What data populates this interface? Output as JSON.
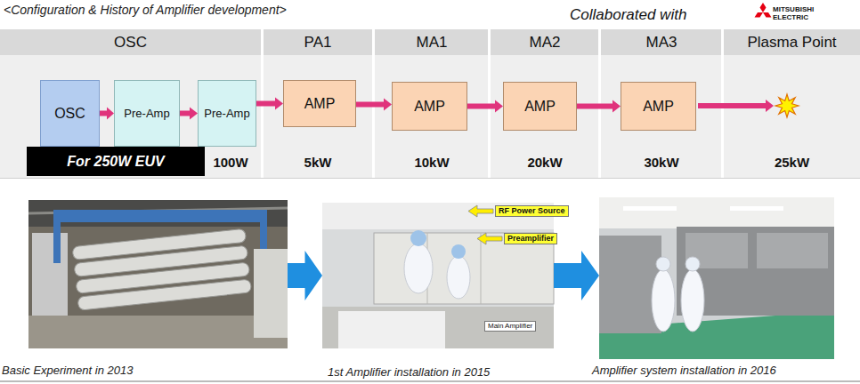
{
  "diagram": {
    "title": "<Configuration & History of Amplifier development>",
    "nodes": [
      {
        "text": [
          "OSC"
        ]
      },
      {
        "text": [
          "Pre-Amp"
        ]
      },
      {
        "text": [
          "Pre-Amp"
        ]
      },
      {
        "text": [
          "AMP"
        ]
      },
      {
        "text": [
          "AMP"
        ]
      },
      {
        "text": [
          "AMP"
        ]
      },
      {
        "text": [
          "AMP"
        ]
      },
      {
        "text": [
          "For 250W EUV"
        ]
      },
      {
        "text": [
          "Basic Experiment in 2013"
        ]
      },
      {
        "text": [
          "1st Amplifier installation in 2015"
        ]
      },
      {
        "text": [
          "Amplifier system installation in 2016"
        ]
      }
    ],
    "edges": [
      {
        "from": 0,
        "to": 1,
        "arrow": "to"
      },
      {
        "from": 1,
        "to": 2,
        "arrow": "to"
      },
      {
        "from": 2,
        "to": 3,
        "arrow": "to"
      },
      {
        "from": 3,
        "to": 4,
        "arrow": "to"
      },
      {
        "from": 4,
        "to": 5,
        "arrow": "to"
      },
      {
        "from": 5,
        "to": 6,
        "arrow": "to"
      },
      {
        "from": 8,
        "to": 9,
        "arrow": "to"
      },
      {
        "from": 9,
        "to": 10,
        "arrow": "to"
      }
    ],
    "labels": [
      "Collaborated with",
      "MITSUBISHI",
      "ELECTRIC",
      "OSC",
      "PA1",
      "MA1",
      "MA2",
      "MA3",
      "Plasma Point",
      "100W",
      "5kW",
      "10kW",
      "20kW",
      "30kW",
      "25kW",
      "RF Power Source",
      "Preamplifier",
      "Main Amplifier"
    ]
  }
}
